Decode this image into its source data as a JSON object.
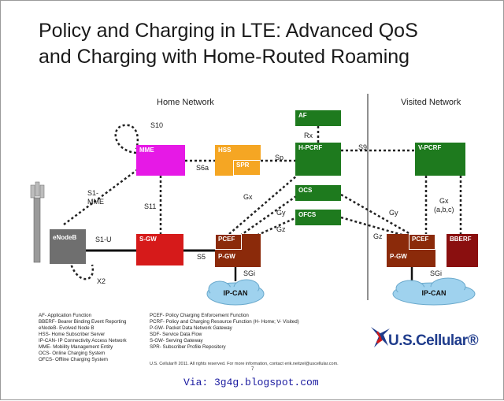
{
  "title": {
    "line1": "Policy and Charging in LTE: Advanced QoS",
    "line2": "and Charging with Home-Routed Roaming"
  },
  "regions": {
    "home": "Home Network",
    "visited": "Visited Network"
  },
  "nodes": {
    "af": "AF",
    "mme": "MME",
    "hss": "HSS",
    "spr": "SPR",
    "hpcrf": "H-PCRF",
    "vpcrf": "V-PCRF",
    "ocs": "OCS",
    "ofcs": "OFCS",
    "enodeb": "eNodeB",
    "sgw": "S-GW",
    "pcef_home": "PCEF",
    "pgw_home": "P-GW",
    "pcef_visited": "PCEF",
    "pgw_visited": "P-GW",
    "bberf": "BBERF",
    "ipcan_home": "IP-CAN",
    "ipcan_visited": "IP-CAN"
  },
  "interfaces": {
    "s10": "S10",
    "s1mme": "S1-\nMME",
    "s6a": "S6a",
    "sp": "Sp",
    "rx": "Rx",
    "s9": "S9",
    "s11": "S11",
    "gx_home": "Gx",
    "gy_home": "Gy",
    "gz_home": "Gz",
    "s1u": "S1-U",
    "s5": "S5",
    "sgi_home": "SGi",
    "x2": "X2",
    "gy_visited": "Gy",
    "gz_visited": "Gz",
    "gx_visited": "Gx\n(a,b,c)",
    "sgi_visited": "SGi"
  },
  "legend_left": [
    "AF- Application Function",
    "BBERF- Bearer Binding Event Reporting",
    "eNodeB- Evolved Node B",
    "HSS- Home Subscriber Server",
    "IP-CAN- IP Connectivity Access Network",
    "MME- Mobility Management Entity",
    "OCS- Online Charging System",
    "OFCS- Offline Charging System"
  ],
  "legend_right": [
    "PCEF- Policy Charging Enforcement Function",
    "PCRF- Policy and Charging Resource Function (H- Home; V- Visited)",
    "P-GW- Packet Data Network Gateway",
    "SDF- Service Data Flow",
    "S-GW- Serving Gateway",
    "SPR- Subscriber Profile Repository"
  ],
  "copyright": "U.S. Cellular® 2011.  All rights reserved.  For more information, contact erik.neitzel@uscellular.com.",
  "page_number": "7",
  "logo_text": "U.S.Cellular®",
  "via": "Via: 3g4g.blogspot.com",
  "colors": {
    "green": "#1e7a1e",
    "magenta": "#e619e6",
    "orange": "#f5a623",
    "red": "#d61a1a",
    "brown": "#8b2a0a",
    "darkred": "#8a0f0f",
    "gray": "#6f6f6f",
    "cloud": "#9fd2ee",
    "logo_blue": "#1f3c8c",
    "logo_red": "#d01a1a"
  }
}
